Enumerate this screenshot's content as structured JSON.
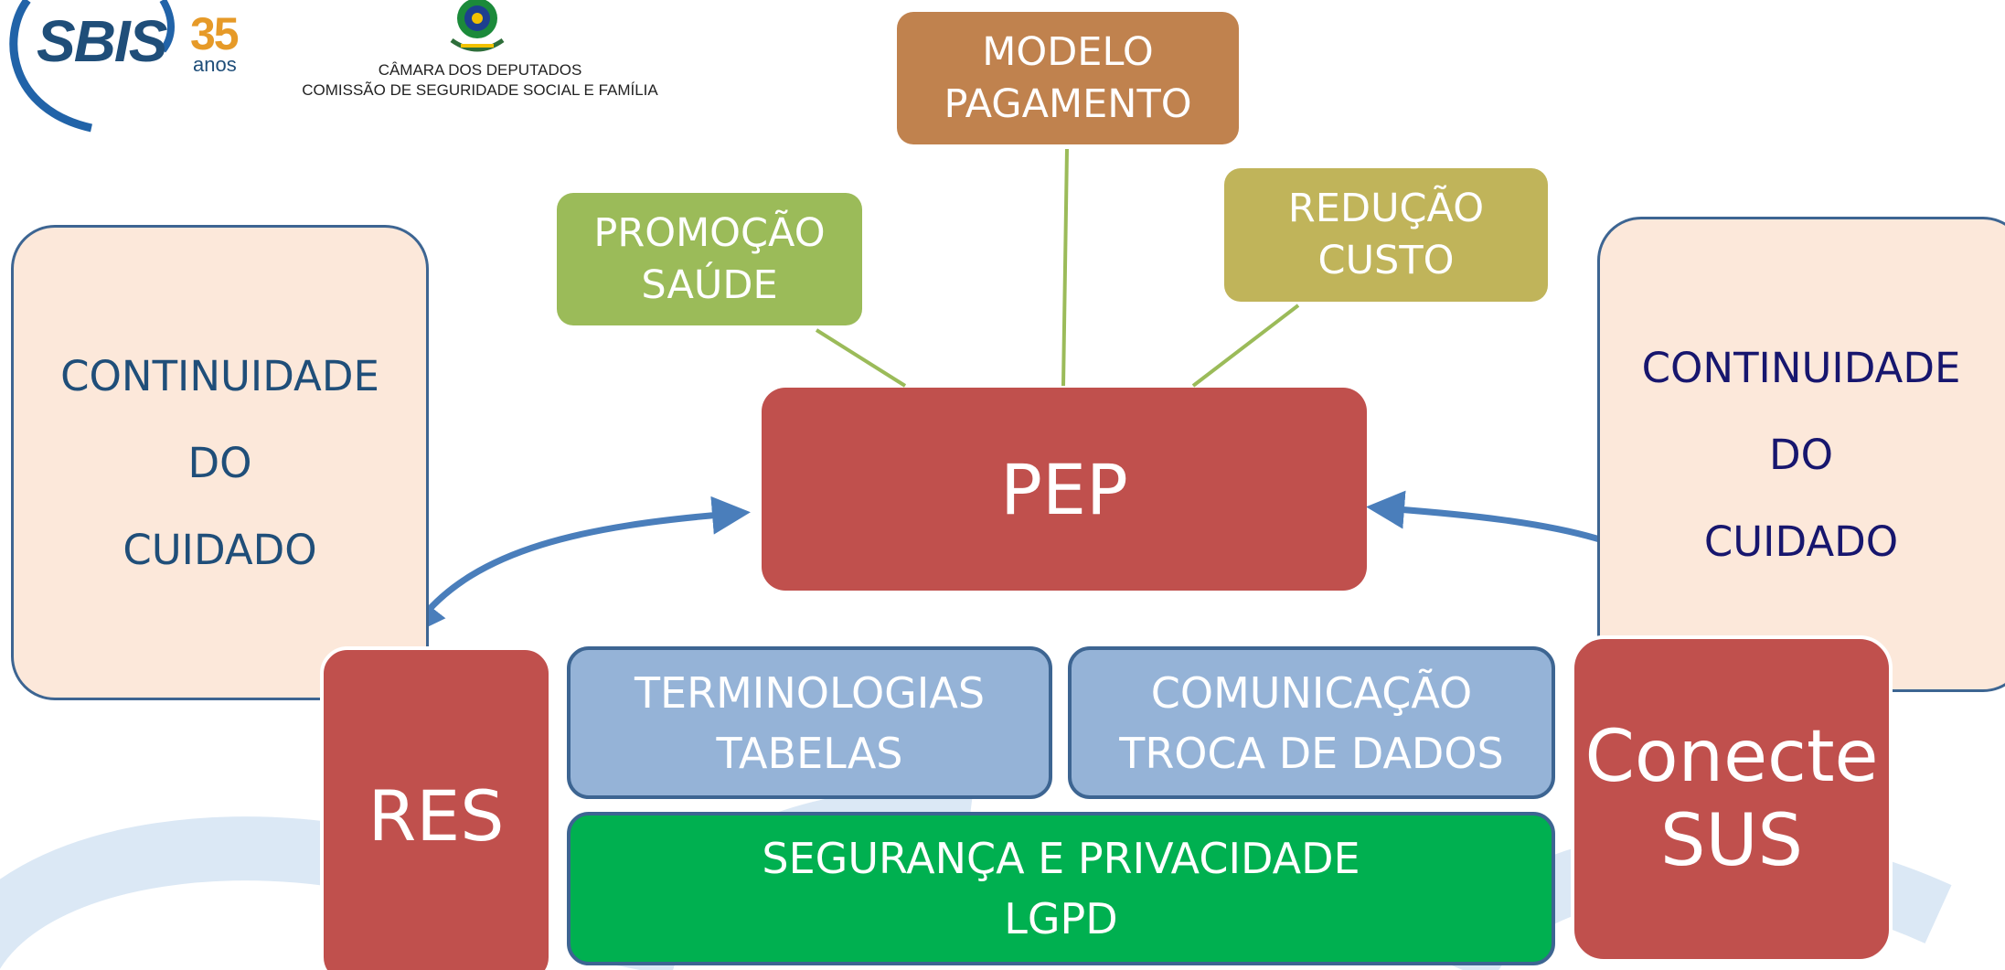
{
  "header": {
    "sbis_logo": {
      "name": "SBIS",
      "years": "35",
      "years_label": "anos"
    },
    "camara": {
      "line1": "CÂMARA DOS DEPUTADOS",
      "line2": "COMISSÃO DE SEGURIDADE SOCIAL E FAMÍLIA"
    }
  },
  "top_boxes": {
    "modelo": {
      "line1": "MODELO",
      "line2": "PAGAMENTO",
      "color": "#c0824e"
    },
    "promocao": {
      "line1": "PROMOÇÃO",
      "line2": "SAÚDE",
      "color": "#9bbb59"
    },
    "reducao": {
      "line1": "REDUÇÃO",
      "line2": "CUSTO",
      "color": "#c0b45a"
    }
  },
  "center": {
    "label": "PEP",
    "color": "#c0504d"
  },
  "continuidade_left": {
    "line1": "CONTINUIDADE",
    "line2": "DO",
    "line3": "CUIDADO"
  },
  "continuidade_right": {
    "line1": "CONTINUIDADE",
    "line2": "DO",
    "line3": "CUIDADO"
  },
  "res": {
    "label": "RES"
  },
  "conecte": {
    "line1": "Conecte",
    "line2": "SUS"
  },
  "terminologias": {
    "line1": "TERMINOLOGIAS",
    "line2": "TABELAS",
    "color": "#95b3d7"
  },
  "comunicacao": {
    "line1": "COMUNICAÇÃO",
    "line2": "TROCA DE DADOS",
    "color": "#95b3d7"
  },
  "seguranca": {
    "line1": "SEGURANÇA E PRIVACIDADE",
    "line2": "LGPD",
    "color": "#00b050"
  },
  "colors": {
    "arrow": "#4a7ebb",
    "connector": "#9bbb59",
    "background_watermark": "#dbe8f5"
  }
}
